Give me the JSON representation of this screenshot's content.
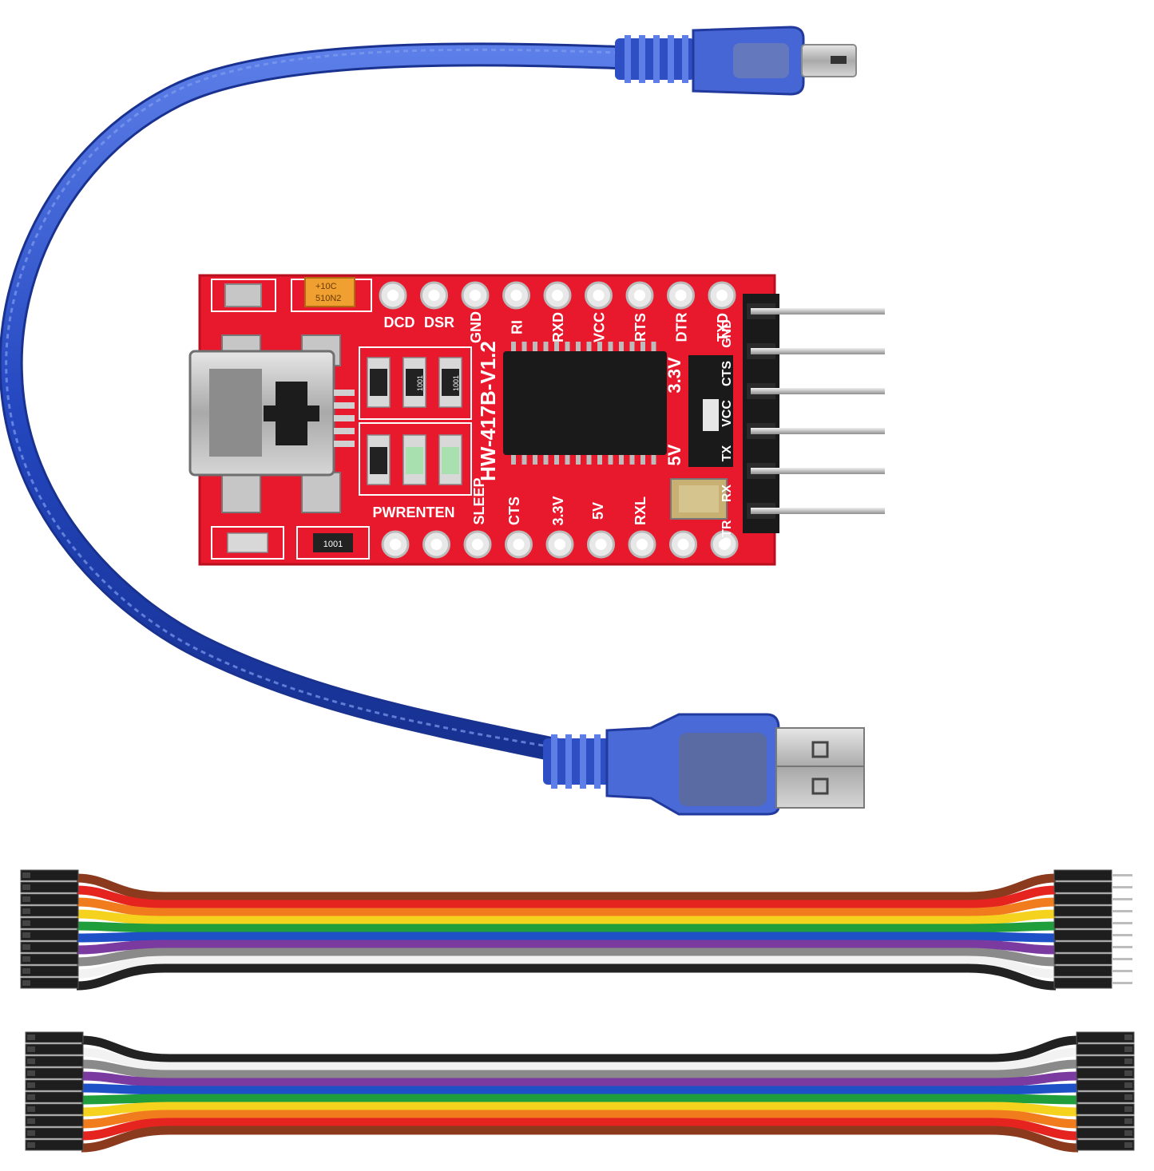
{
  "board": {
    "model": "HW-417B-V1.2",
    "top_pins": [
      "DCD",
      "DSR",
      "GND",
      "RI",
      "RXD",
      "VCC",
      "RTS",
      "DTR",
      "TXD"
    ],
    "bottom_pins": [
      "PWRENTEN",
      "SLEEP",
      "CTS",
      "3.3V",
      "5V",
      "RXL"
    ],
    "header_labels": [
      "GND",
      "CTS",
      "VCC",
      "TX",
      "RX",
      "DTR"
    ],
    "jumper_labels": [
      "3.3V",
      "5V"
    ],
    "capacitor_text": [
      "+10C",
      "510N2"
    ],
    "resistor_code": "1001",
    "colors": {
      "pcb": "#e8192c",
      "chip": "#1a1a1a",
      "cable": "#2a4fc9",
      "connector": "#3b5fd8",
      "pin_metal": "#c9c9c9"
    }
  },
  "jumper_wires": {
    "wire_colors_top": [
      "#8b3a1e",
      "#e52420",
      "#f07c1e",
      "#f5d21d",
      "#1f9e3b",
      "#1e50c8",
      "#7b3aa0",
      "#8a8a8a",
      "#f2f2f2",
      "#222222"
    ],
    "wire_colors_bottom": [
      "#222222",
      "#f2f2f2",
      "#8a8a8a",
      "#7b3aa0",
      "#1e50c8",
      "#1f9e3b",
      "#f5d21d",
      "#f07c1e",
      "#e52420",
      "#8b3a1e"
    ]
  }
}
